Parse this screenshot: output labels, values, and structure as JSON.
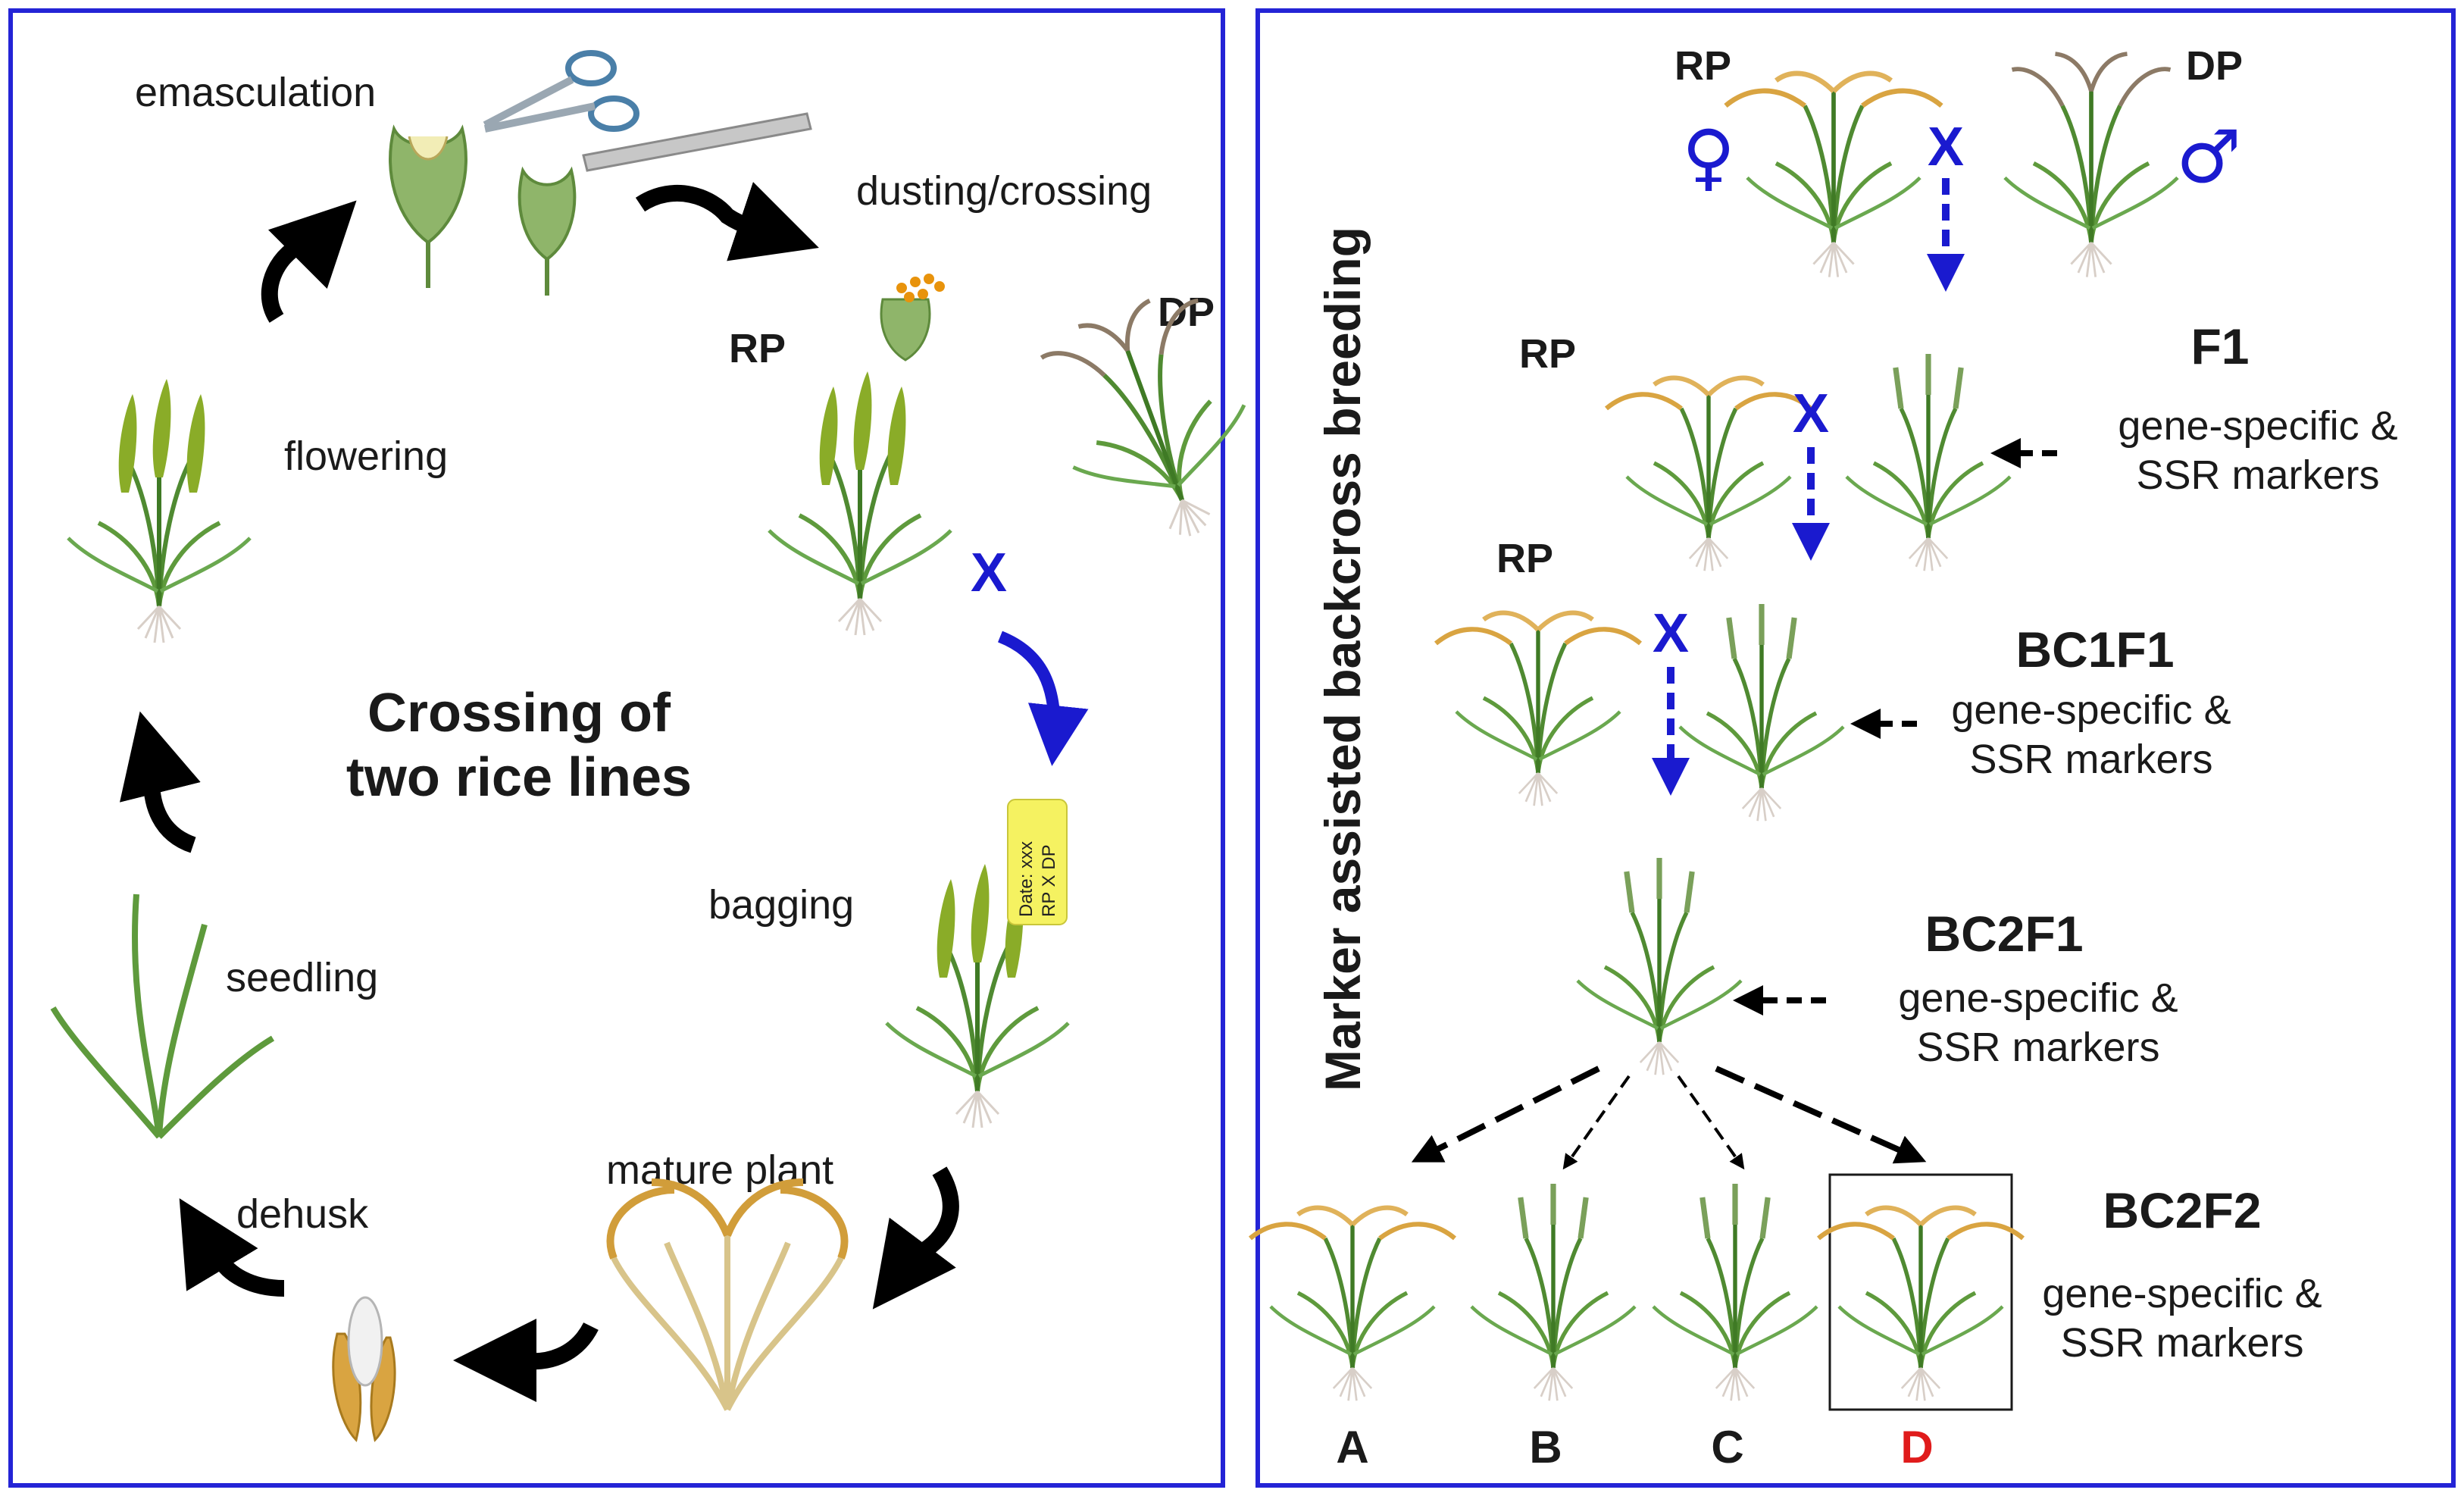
{
  "left_panel": {
    "title_line1": "Crossing of",
    "title_line2": "two rice lines",
    "steps": {
      "emasculation": "emasculation",
      "dusting": "dusting/crossing",
      "flowering": "flowering",
      "bagging": "bagging",
      "seedling": "seedling",
      "mature_plant": "mature plant",
      "dehusk": "dehusk"
    },
    "rp": "RP",
    "dp": "DP",
    "cross_symbol": "X",
    "tag_line1": "Date: xxx",
    "tag_line2": "RP X DP"
  },
  "right_panel": {
    "vertical_title": "Marker assisted backcross breeding",
    "rp": "RP",
    "dp": "DP",
    "female_symbol": "♀",
    "male_symbol": "♂",
    "cross_symbol": "X",
    "generations": {
      "f1": "F1",
      "bc1f1": "BC1F1",
      "bc2f1": "BC2F1",
      "bc2f2": "BC2F2"
    },
    "marker_line1": "gene-specific &",
    "marker_line2": "SSR markers",
    "selection_labels": [
      "A",
      "B",
      "C",
      "D"
    ]
  },
  "colors": {
    "panel_border": "#2424d6",
    "cross_blue": "#1a1acf",
    "selected_label": "#e01b1b",
    "leaf_green": "#5e9a3c",
    "panicle_gold": "#d9a441",
    "panicle_dry": "#8c7a66",
    "root": "#d8cfc8"
  }
}
